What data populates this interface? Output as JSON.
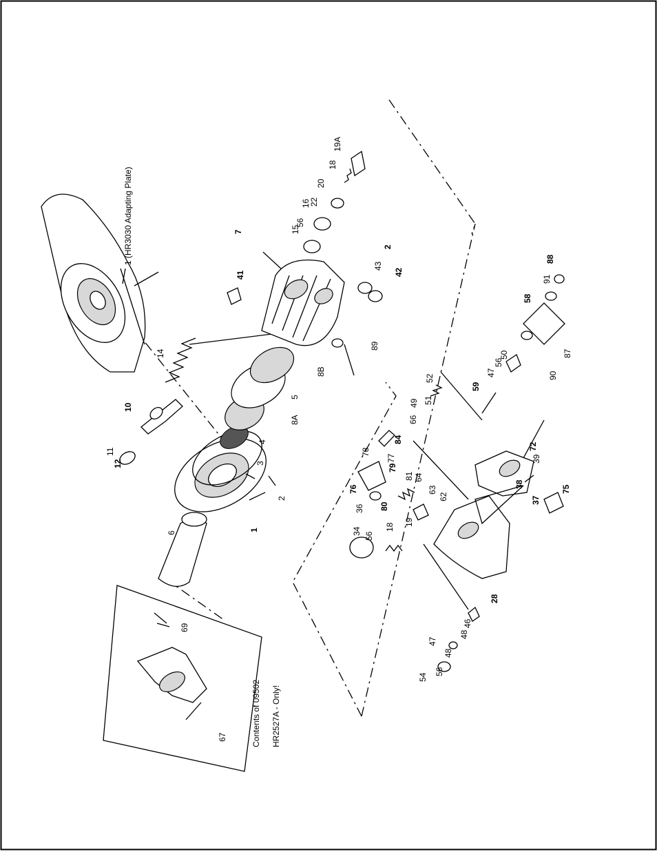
{
  "note_lines": [
    "Contents of 09502",
    "HR2527A - Only!"
  ],
  "adapting_plate_label": "1  (HR3030 Adapting Plate)",
  "callouts": [
    "1",
    "2",
    "2",
    "3",
    "4",
    "5",
    "6",
    "7",
    "8A",
    "8B",
    "10",
    "11",
    "12",
    "14",
    "15",
    "16",
    "18",
    "18",
    "19",
    "19A",
    "20",
    "22",
    "28",
    "34",
    "36",
    "37",
    "38",
    "39",
    "41",
    "42",
    "43",
    "46",
    "47",
    "47",
    "48",
    "48",
    "49",
    "50",
    "51",
    "52",
    "54",
    "56",
    "56",
    "56",
    "56",
    "58",
    "59",
    "62",
    "63",
    "64",
    "66",
    "67",
    "69",
    "72",
    "75",
    "76",
    "77",
    "78",
    "79",
    "80",
    "81",
    "84",
    "87",
    "88",
    "89",
    "90",
    "91"
  ]
}
